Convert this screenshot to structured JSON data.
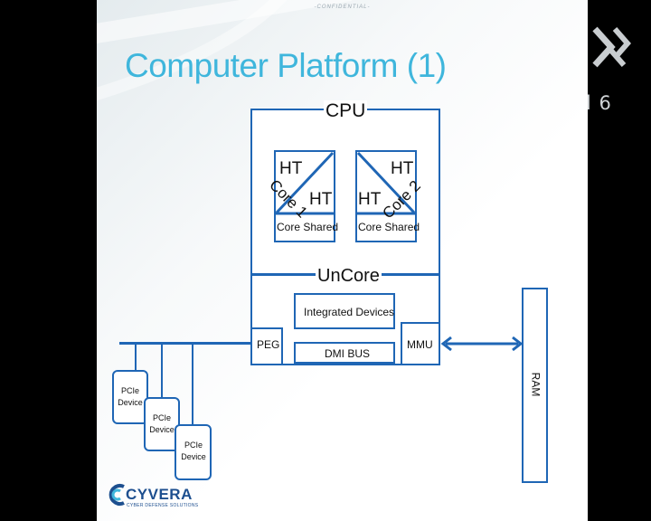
{
  "slide": {
    "confidential": "-CONFIDENTIAL-",
    "title": "Computer Platform (1)"
  },
  "diagram": {
    "cpu": "CPU",
    "core1": {
      "ht_top": "HT",
      "ht_bottom": "HT",
      "core": "Core 1",
      "shared": "Core Shared"
    },
    "core2": {
      "ht_top": "HT",
      "ht_bottom": "HT",
      "core": "Core 2",
      "shared": "Core Shared"
    },
    "uncore": "UnCore",
    "integrated_devices": "Integrated Devices",
    "peg": "PEG",
    "dmi_bus": "DMI BUS",
    "mmu": "MMU",
    "ram": "RAM",
    "pcie": [
      "PCIe Device",
      "PCIe Device",
      "PCIe Device"
    ]
  },
  "brand": {
    "name": "CYVERA",
    "tagline": "CYBER DEFENSE SOLUTIONS",
    "partial_logo_text": "l 6"
  },
  "colors": {
    "accent": "#1f66b5",
    "title": "#3fb6dc",
    "brand": "#1d4f8f"
  },
  "icons": [
    "cyvera-logo-icon",
    "corner-logo-icon"
  ]
}
